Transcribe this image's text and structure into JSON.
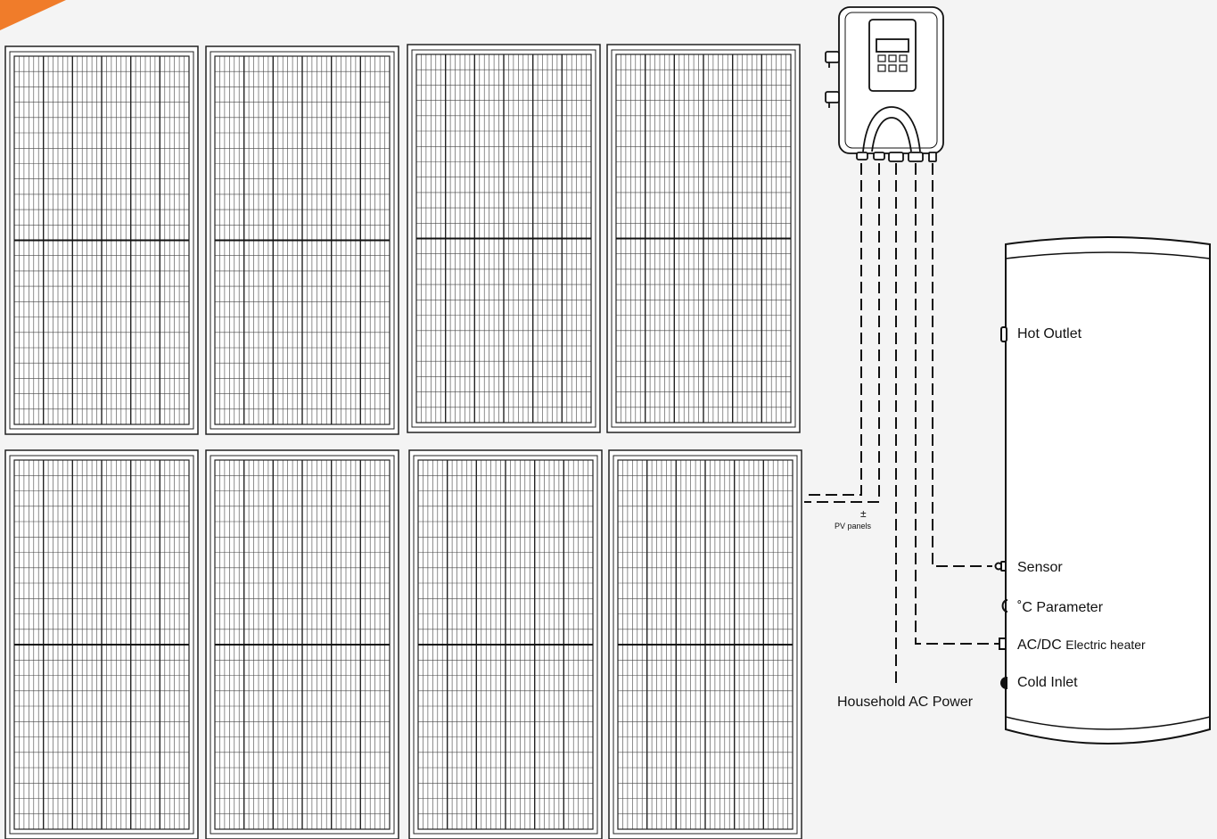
{
  "colors": {
    "background": "#f4f4f4",
    "line": "#111111",
    "accent": "#f07c2a"
  },
  "panels": {
    "rows": 2,
    "columns": 4,
    "count": 8
  },
  "labels": {
    "hot_outlet": "Hot Outlet",
    "sensor": "Sensor",
    "parameter": "˚C Parameter",
    "heater_main": "AC/DC ",
    "heater_sub": "Electric heater",
    "cold_inlet": "Cold Inlet",
    "household": "Household AC Power",
    "pv_symbol": "±",
    "pv_panels": "PV panels"
  },
  "icons": {
    "controller": "controller-icon",
    "tank": "water-tank-icon",
    "corner": "orange-corner-accent"
  }
}
